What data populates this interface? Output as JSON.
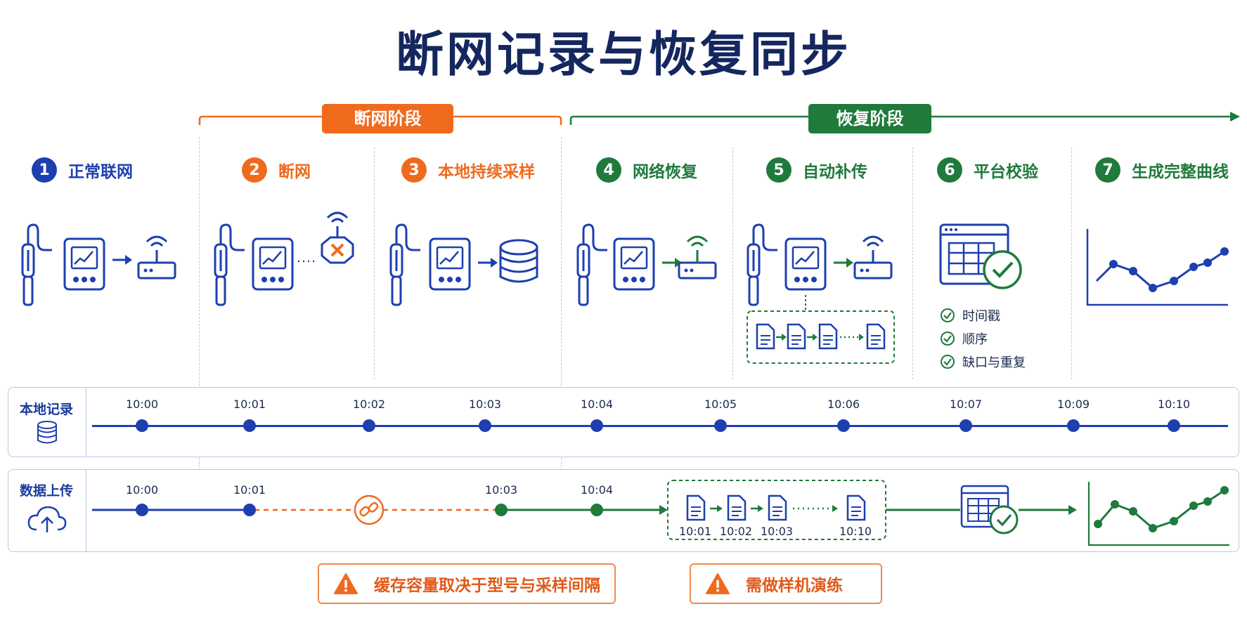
{
  "title": "断网记录与恢复同步",
  "phases": {
    "offline": "断网阶段",
    "recovery": "恢复阶段"
  },
  "steps": [
    {
      "num": "1",
      "label": "正常联网"
    },
    {
      "num": "2",
      "label": "断网"
    },
    {
      "num": "3",
      "label": "本地持续采样"
    },
    {
      "num": "4",
      "label": "网络恢复"
    },
    {
      "num": "5",
      "label": "自动补传"
    },
    {
      "num": "6",
      "label": "平台校验"
    },
    {
      "num": "7",
      "label": "生成完整曲线"
    }
  ],
  "checks": [
    "时间戳",
    "顺序",
    "缺口与重复"
  ],
  "local_row": {
    "label": "本地记录",
    "times": [
      "10:00",
      "10:01",
      "10:02",
      "10:03",
      "10:04",
      "10:05",
      "10:06",
      "10:07",
      "10:09",
      "10:10"
    ]
  },
  "upload_row": {
    "label": "数据上传",
    "times": [
      "10:00",
      "10:01",
      "10:03",
      "10:04"
    ],
    "docs": [
      "10:01",
      "10:02",
      "10:03",
      "10:10"
    ]
  },
  "warnings": [
    "缓存容量取决于型号与采样间隔",
    "需做样机演练"
  ],
  "colors": {
    "blue": "#1d3fb0",
    "navy": "#14275e",
    "orange": "#f06a1e",
    "green": "#1f7a3c",
    "gray": "#c4c9d4"
  },
  "icons": {
    "sensor": "probe-icon",
    "logger": "data-logger-icon",
    "router": "wifi-router-icon",
    "database": "database-icon",
    "document": "document-icon",
    "table_check": "table-check-icon",
    "chart": "line-chart-icon",
    "cloud": "cloud-upload-icon",
    "broken_link": "broken-link-icon",
    "warning": "warning-icon"
  }
}
